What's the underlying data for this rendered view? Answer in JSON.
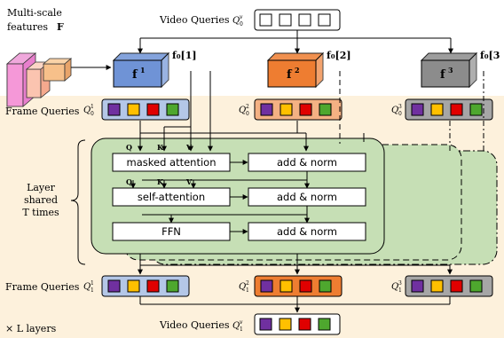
{
  "labels": {
    "multiscale": "Multi-scale",
    "features": "features",
    "F": "F",
    "video_queries_top": "Video Queries",
    "video_queries_top_sym": "Q",
    "video_queries_top_sup": "v",
    "video_queries_top_sub": "0",
    "video_queries_bottom": "Video Queries",
    "video_queries_bottom_sym": "Q",
    "video_queries_bottom_sup": "v",
    "video_queries_bottom_sub": "1",
    "frame_queries_top": "Frame Queries",
    "frame_queries_bottom": "Frame Queries",
    "layer_shared": [
      "Layer",
      "shared",
      "T times"
    ],
    "layers_note": "× L layers"
  },
  "features": [
    {
      "name": "f",
      "sup": "1",
      "tag": "f₀[1]",
      "color": "#6f93d6"
    },
    {
      "name": "f",
      "sup": "2",
      "tag": "f₀[2]",
      "color": "#ee7d31"
    },
    {
      "name": "f",
      "sup": "3",
      "tag": "f₀[3",
      "color": "#8c8c8c"
    }
  ],
  "frame_queries_top": [
    {
      "sym": "Q",
      "sup": "1",
      "sub": "0",
      "color": "#b4c7e7"
    },
    {
      "sym": "Q",
      "sup": "2",
      "sub": "0",
      "color": "#f4b183"
    },
    {
      "sym": "Q",
      "sup": "3",
      "sub": "0",
      "color": "#a6a6a6"
    }
  ],
  "frame_queries_bottom": [
    {
      "sym": "Q",
      "sup": "1",
      "sub": "1",
      "color": "#b4c7e7"
    },
    {
      "sym": "Q",
      "sup": "2",
      "sub": "1",
      "color": "#ee7d31"
    },
    {
      "sym": "Q",
      "sup": "3",
      "sub": "1",
      "color": "#a6a6a6"
    }
  ],
  "query_colors": [
    "#7030a0",
    "#ffc000",
    "#e00000",
    "#4ea72e"
  ],
  "decoder": {
    "qkv": [
      "Q",
      "K",
      "V"
    ],
    "blocks": [
      "masked attention",
      "self-attention",
      "FFN"
    ],
    "norms": [
      "add & norm",
      "add & norm",
      "add & norm"
    ]
  }
}
